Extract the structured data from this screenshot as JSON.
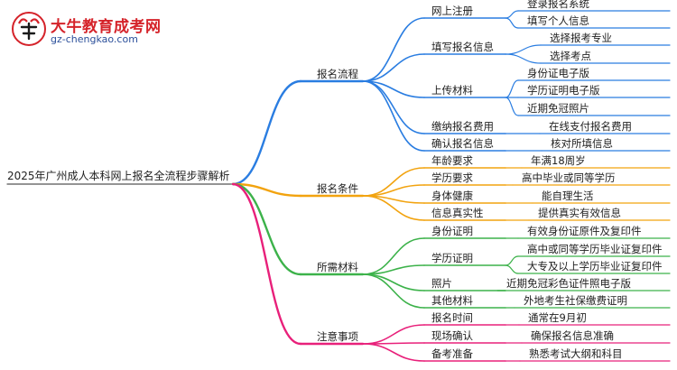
{
  "brand": {
    "title": "大牛教育成考网",
    "url": "gz-chengkao.com"
  },
  "colors": {
    "blue": "#2a7de1",
    "orange": "#f2a30f",
    "green": "#3cb24a",
    "pink": "#e8207a"
  },
  "root": "2025年广州成人本科网上报名全流程步骤解析",
  "branches": [
    {
      "label": "报名流程",
      "color": "blue",
      "children": [
        {
          "label": "网上注册",
          "children": [
            "登录报名系统",
            "填写个人信息"
          ]
        },
        {
          "label": "填写报名信息",
          "children": [
            "选择报考专业",
            "选择考点"
          ]
        },
        {
          "label": "上传材料",
          "children": [
            "身份证电子版",
            "学历证明电子版",
            "近期免冠照片"
          ]
        },
        {
          "label": "缴纳报名费用",
          "children": [
            "在线支付报名费用"
          ]
        },
        {
          "label": "确认报名信息",
          "children": [
            "核对所填信息"
          ]
        }
      ]
    },
    {
      "label": "报名条件",
      "color": "orange",
      "children": [
        {
          "label": "年龄要求",
          "children": [
            "年满18周岁"
          ]
        },
        {
          "label": "学历要求",
          "children": [
            "高中毕业或同等学历"
          ]
        },
        {
          "label": "身体健康",
          "children": [
            "能自理生活"
          ]
        },
        {
          "label": "信息真实性",
          "children": [
            "提供真实有效信息"
          ]
        }
      ]
    },
    {
      "label": "所需材料",
      "color": "green",
      "children": [
        {
          "label": "身份证明",
          "children": [
            "有效身份证原件及复印件"
          ]
        },
        {
          "label": "学历证明",
          "children": [
            "高中或同等学历毕业证复印件",
            "大专及以上学历毕业证复印件"
          ]
        },
        {
          "label": "照片",
          "children": [
            "近期免冠彩色证件照电子版"
          ]
        },
        {
          "label": "其他材料",
          "children": [
            "外地考生社保缴费证明"
          ]
        }
      ]
    },
    {
      "label": "注意事项",
      "color": "pink",
      "children": [
        {
          "label": "报名时间",
          "children": [
            "通常在9月初"
          ]
        },
        {
          "label": "现场确认",
          "children": [
            "确保报名信息准确"
          ]
        },
        {
          "label": "备考准备",
          "children": [
            "熟悉考试大纲和科目"
          ]
        }
      ]
    }
  ]
}
